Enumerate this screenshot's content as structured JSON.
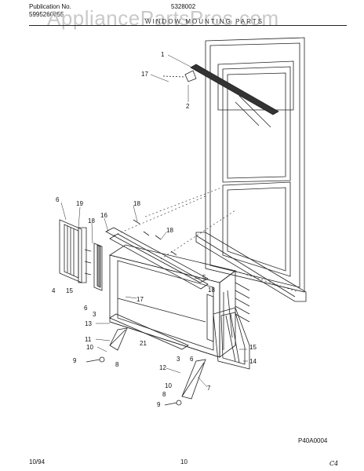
{
  "header": {
    "publication_label": "Publication No.",
    "publication_number": "5995260055",
    "model_number": "5328002",
    "section_title": "WINDOW MOUNTING PARTS"
  },
  "watermark": "AppliancePartsPros.com",
  "callouts": {
    "c1": "1",
    "c2": "2",
    "c3a": "3",
    "c3b": "3",
    "c4": "4",
    "c5": "5",
    "c6a": "6",
    "c6b": "6",
    "c6c": "6",
    "c7": "7",
    "c8a": "8",
    "c8b": "8",
    "c9a": "9",
    "c9b": "9",
    "c10a": "10",
    "c10b": "10",
    "c11": "11",
    "c12": "12",
    "c13": "13",
    "c14": "14",
    "c15a": "15",
    "c15b": "15",
    "c16": "16",
    "c17a": "17",
    "c17b": "17",
    "c18a": "18",
    "c18b": "18",
    "c18c": "18",
    "c18d": "18",
    "c19": "19",
    "c21": "21"
  },
  "diagram_code": "P40A0004",
  "footer": {
    "date": "10/94",
    "page": "10",
    "mark": "C4"
  }
}
